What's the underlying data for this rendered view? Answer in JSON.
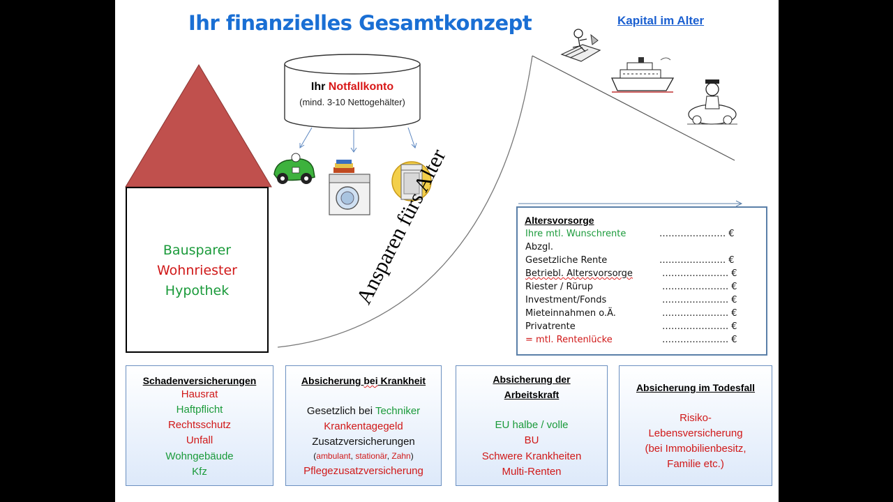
{
  "title": "Ihr finanzielles Gesamtkonzept",
  "kapital": "Kapital im Alter",
  "house": {
    "lines": [
      "Bausparer",
      "Wohnriester",
      "Hypothek"
    ]
  },
  "tank": {
    "prefix": "Ihr ",
    "highlight": "Notfallkonto",
    "sub": "(mind. 3-10 Nettogehälter)"
  },
  "ansparen": "Ansparen fürs Alter",
  "altersvorsorge": {
    "title": "Altersvorsorge",
    "rows": [
      {
        "label": "Ihre mtl. Wunschrente",
        "value": "…………………. €"
      },
      {
        "label": "Abzgl.",
        "value": ""
      },
      {
        "label": "Gesetzliche Rente",
        "value": "…………………. €"
      },
      {
        "label": "Betriebl. Altersvorsorge",
        "value": "…………………. €"
      },
      {
        "label": "Riester / Rürup",
        "value": "…………………. €"
      },
      {
        "label": "Investment/Fonds",
        "value": "…………………. €"
      },
      {
        "label": "Mieteinnahmen o.Ä.",
        "value": "…………………. €"
      },
      {
        "label": "Privatrente",
        "value": "…………………. €"
      },
      {
        "label": "= mtl. Rentenlücke",
        "value": "…………………. €"
      }
    ]
  },
  "cards": {
    "schaden": {
      "title": "Schadenversicherungen",
      "items": [
        "Hausrat",
        "Haftpflicht",
        "Rechtsschutz",
        "Unfall",
        "Wohngebäude",
        "Kfz"
      ]
    },
    "krankheit": {
      "title_a": "Absicherung ",
      "title_b": "bei",
      "title_c": " Krankheit",
      "l1a": "Gesetzlich bei ",
      "l1b": "Techniker",
      "l2": "Krankentagegeld",
      "l3": "Zusatzversicherungen",
      "l4a": "(",
      "l4b": "ambulant",
      "l4c": ", ",
      "l4d": "stationär",
      "l4e": ", ",
      "l4f": "Zahn",
      "l4g": ")",
      "l5": "Pflegezusatzversicherung"
    },
    "arbeitskraft": {
      "title1": "Absicherung der",
      "title2": "Arbeitskraft",
      "items": [
        "EU halbe / volle",
        "BU",
        "Schwere Krankheiten",
        "Multi-Renten"
      ]
    },
    "todesfall": {
      "title": "Absicherung im Todesfall",
      "items": [
        "Risiko-",
        "Lebensversicherung",
        "(bei Immobilienbesitz,",
        "Familie etc.)"
      ]
    }
  },
  "colors": {
    "title_blue": "#1a6fd4",
    "roof": "#c0504d",
    "green": "#1a9a3a",
    "red": "#d01818",
    "box_border": "#5a7fa8"
  }
}
